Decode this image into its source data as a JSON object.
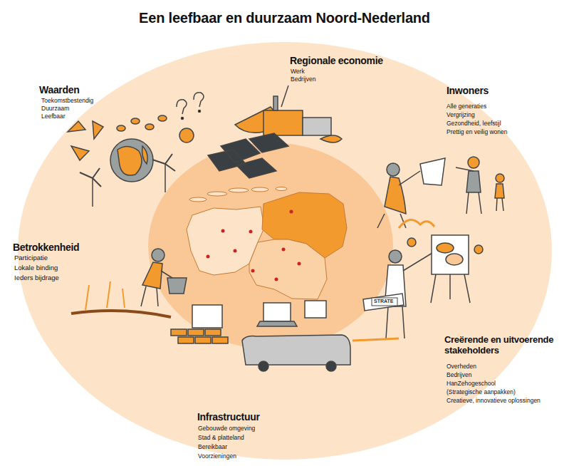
{
  "diagram": {
    "title": "Een leefbaar en duurzaam Noord-Nederland",
    "labels": [
      "Regionale economie",
      "Werk",
      "Bedrijven",
      "Waarden",
      "Toekomstbestendig",
      "Duurzaam",
      "Leefbaar",
      "Inwoners",
      "Alle generaties",
      "Vergrijzing",
      "Gezondheid, leefstijl",
      "Prettig en veilig wonen",
      "Betrokkenheid",
      "Participatie",
      "Lokale binding",
      "Ieders bijdrage",
      "Creërende en uitvoerende stakeholders",
      "Overheden",
      "Bedrijven",
      "HanZehogeschool",
      "(Strategische aanpakken)",
      "Creatieve, innovatieve oplossingen",
      "Infrastructuur",
      "Gebouwde omgeving",
      "Stad & platteland",
      "Bereikbaar",
      "Voorzieningen",
      "STRATE"
    ]
  }
}
